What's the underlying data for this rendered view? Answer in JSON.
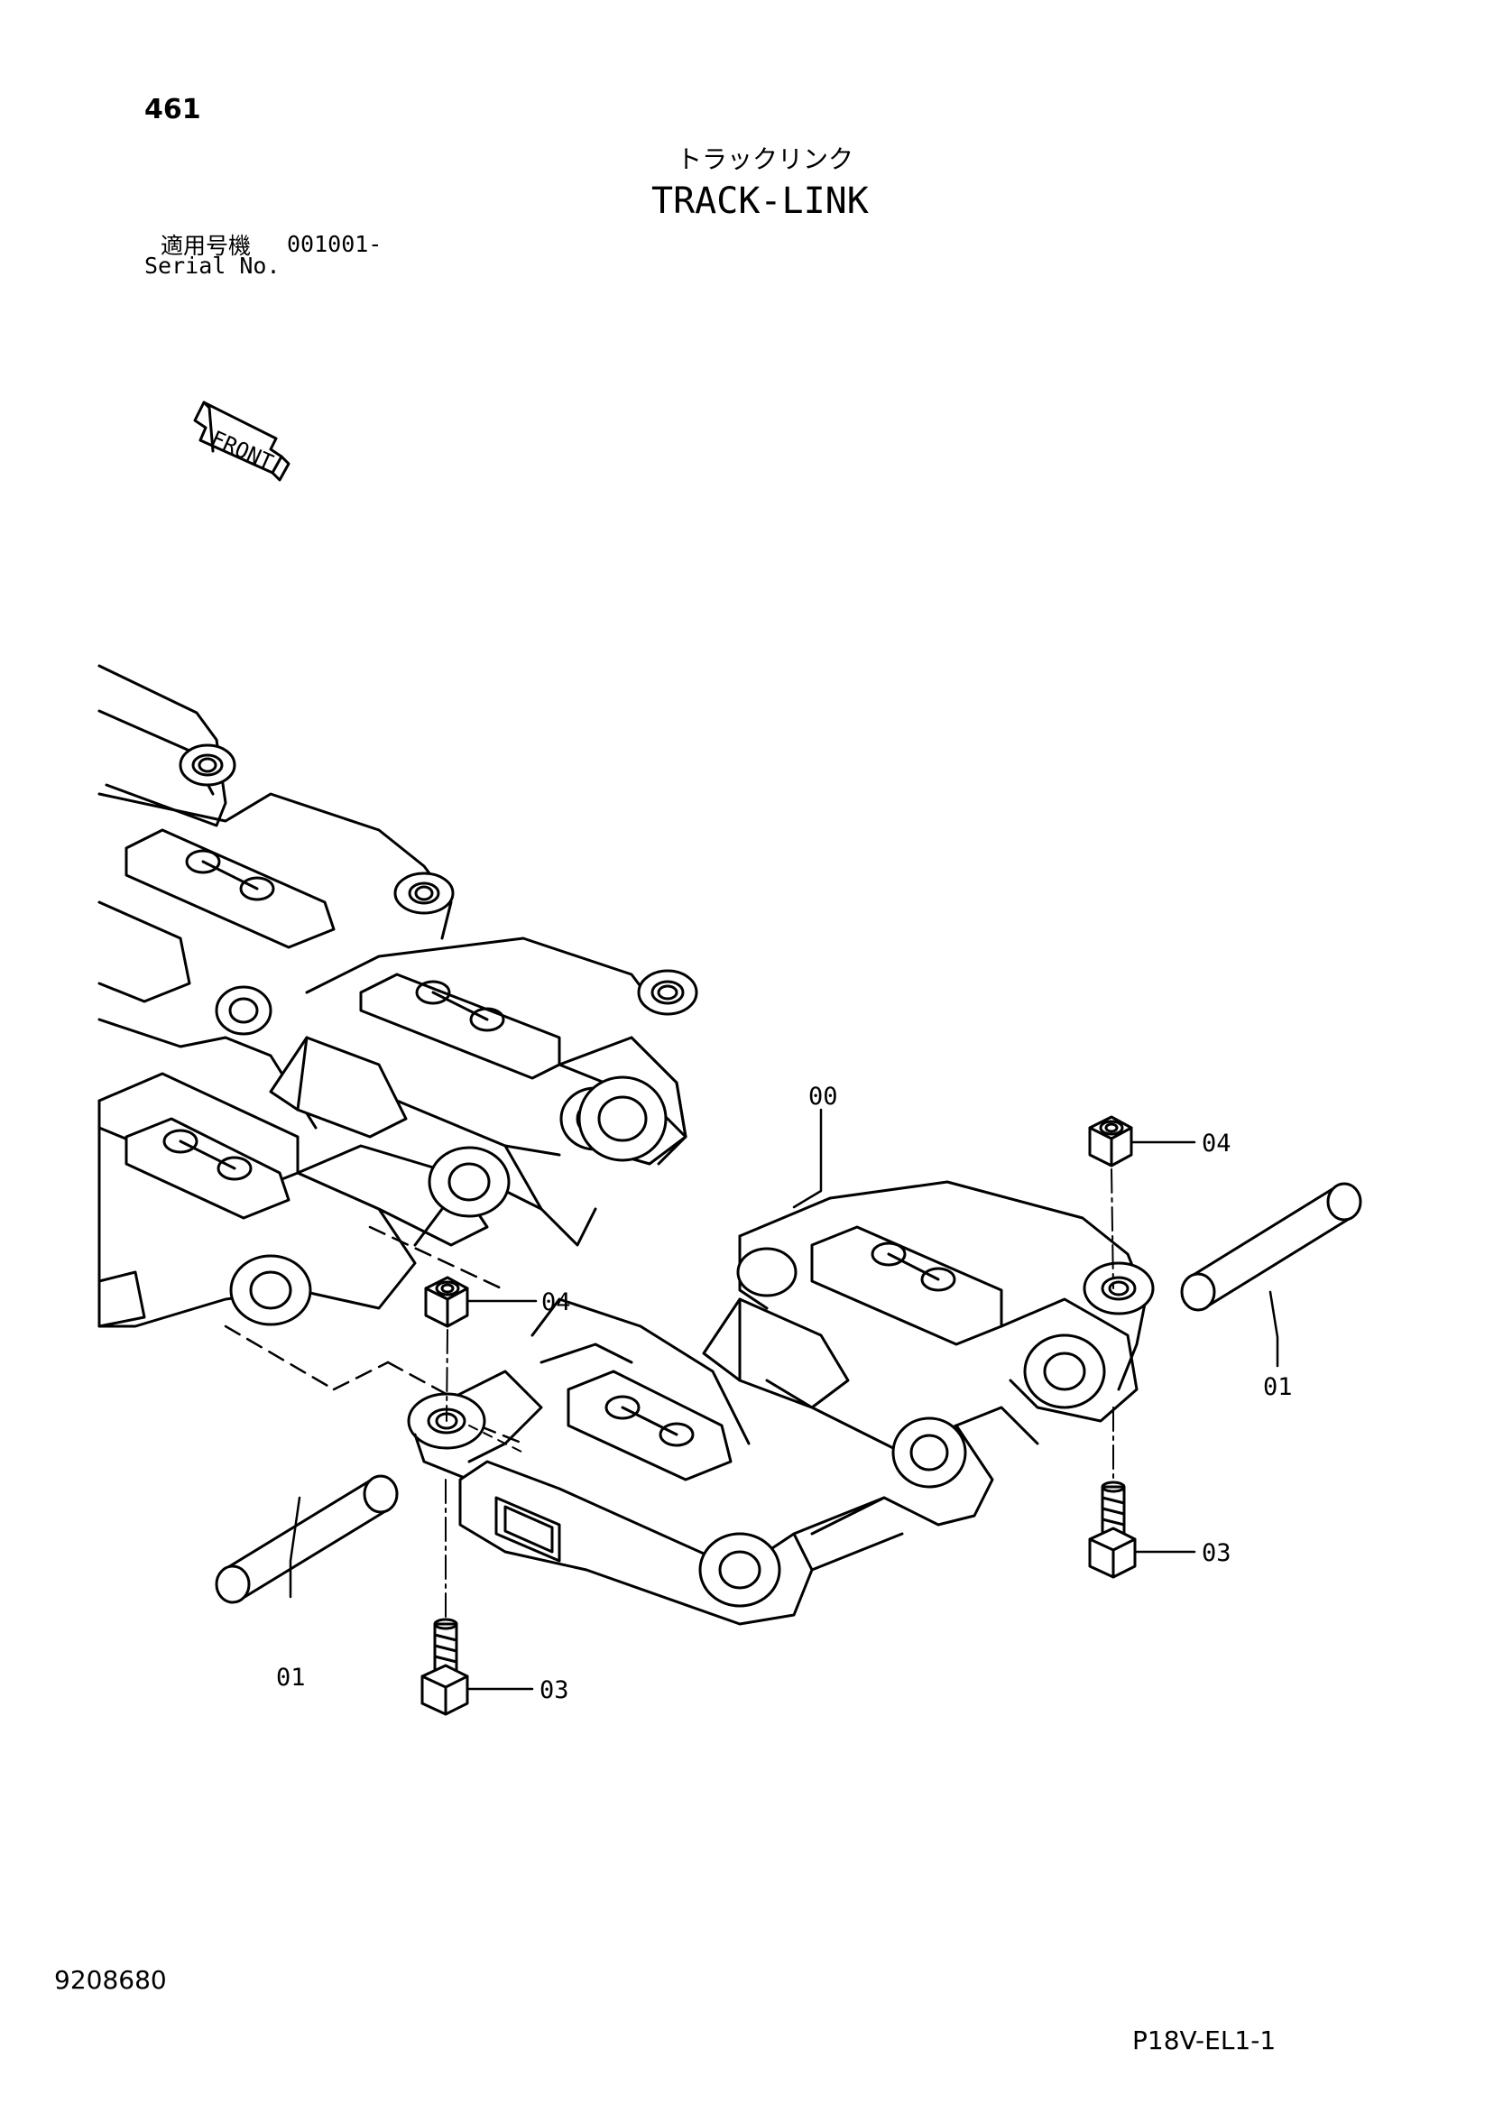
{
  "page_number": "461",
  "title_jp": "トラックリンク",
  "title_en": "TRACK-LINK",
  "serial": {
    "label_jp": "適用号機",
    "value": "001001-",
    "label_en": "Serial No."
  },
  "front_label": "FRONT",
  "callouts": {
    "assembly": "00",
    "pin_right": "01",
    "pin_left": "01",
    "bolt_right": "03",
    "bolt_left": "03",
    "nut_right": "04",
    "nut_left": "04"
  },
  "doc_number": "9208680",
  "sheet_code": "P18V-EL1-1"
}
